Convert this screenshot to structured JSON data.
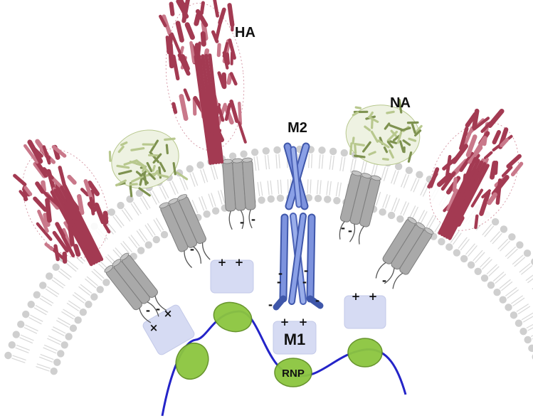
{
  "labels": {
    "ha": "HA",
    "na": "NA",
    "m2": "M2",
    "m1": "M1",
    "rnp": "RNP"
  },
  "signs": {
    "plus": "+",
    "minus": "-",
    "cross": "×"
  },
  "colors": {
    "ha_protein": "#a33a52",
    "ha_protein_light": "#c9788a",
    "na_protein": "#7e9250",
    "na_protein_light": "#b8c88e",
    "m2_protein": "#6f86d6",
    "m2_protein_dark": "#3f57aa",
    "tm_helix": "#a9a9a9",
    "m1_box": "#d6dbf3",
    "rnp_oval": "#8cc63f",
    "rnp_strand": "#2424c8",
    "lipid_head": "#cfcfcf"
  }
}
